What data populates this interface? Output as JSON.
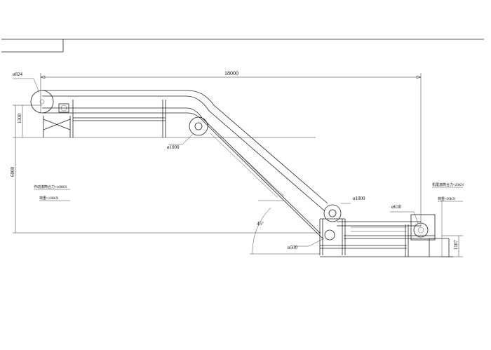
{
  "drawing": {
    "overall_length": "18000",
    "left_height": "1300",
    "lift_height": "6000",
    "right_height": "1107",
    "angle": "45°",
    "head_pulley": "ø824",
    "upper_bend_pulley": "ø1000",
    "lower_bend_pulley": "ø1000",
    "take_up_pulley": "ø500",
    "tail_pulley": "ø630",
    "left_load_note": "作动滚筒合力≈100KN",
    "left_weight_note": "荷重≈100KN",
    "right_load_note": "机尾滚筒合力≈20KN",
    "right_weight_note": "荷重≈20KN"
  },
  "colors": {
    "line": "#222222",
    "background": "#ffffff"
  }
}
